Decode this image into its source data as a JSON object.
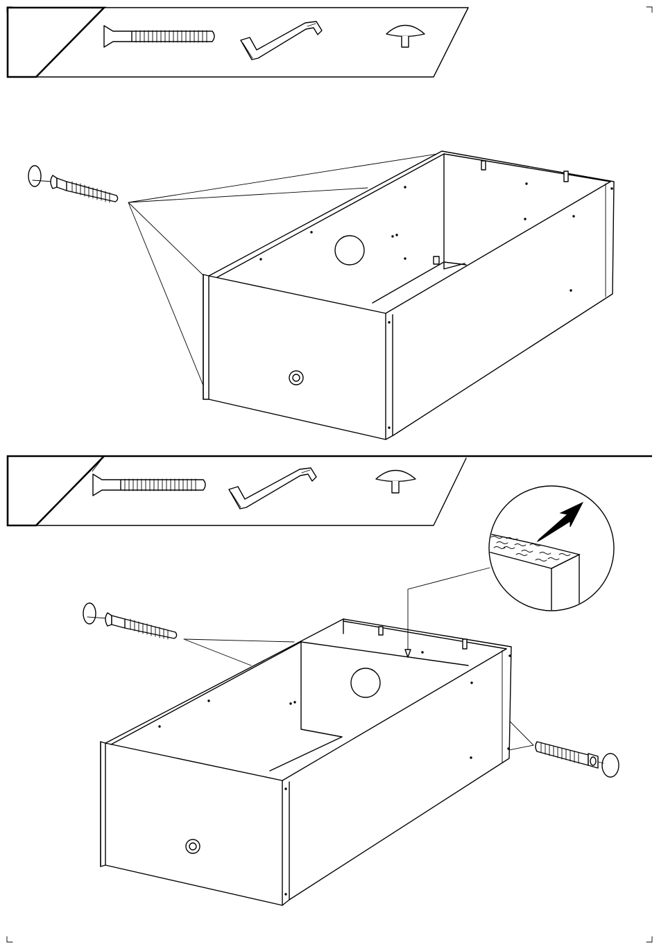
{
  "document": {
    "type": "assembly-instruction-page",
    "steps": [
      {
        "id": "step-1",
        "parts": [
          {
            "icon": "confirmat-screw-icon"
          },
          {
            "icon": "hex-key-icon"
          },
          {
            "icon": "cover-cap-icon"
          }
        ]
      },
      {
        "id": "step-2",
        "parts": [
          {
            "icon": "confirmat-screw-icon"
          },
          {
            "icon": "hex-key-icon"
          },
          {
            "icon": "cover-cap-icon"
          }
        ]
      }
    ],
    "colors": {
      "line": "#000000",
      "background": "#ffffff"
    }
  }
}
